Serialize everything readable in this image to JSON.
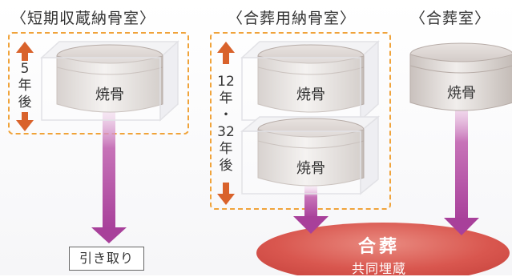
{
  "titles": {
    "short_term": "〈短期収蔵納骨室〉",
    "joint_storage": "〈合葬用納骨室〉",
    "joint_burial_room": "〈合葬室〉"
  },
  "periods": {
    "short_term": [
      "5",
      "年",
      "後"
    ],
    "joint_storage": [
      "12",
      "年",
      "・",
      "32",
      "年",
      "後"
    ]
  },
  "urn_label": "焼骨",
  "retrieval": "引き取り",
  "joint_burial": {
    "title": "合葬",
    "subtitle": "共同埋蔵"
  },
  "colors": {
    "dashed_border": "#f0a33a",
    "orange_arrow": "#d9622b",
    "purple_arrow": "#b04aa0",
    "burial_ellipse": "#d9504a"
  }
}
